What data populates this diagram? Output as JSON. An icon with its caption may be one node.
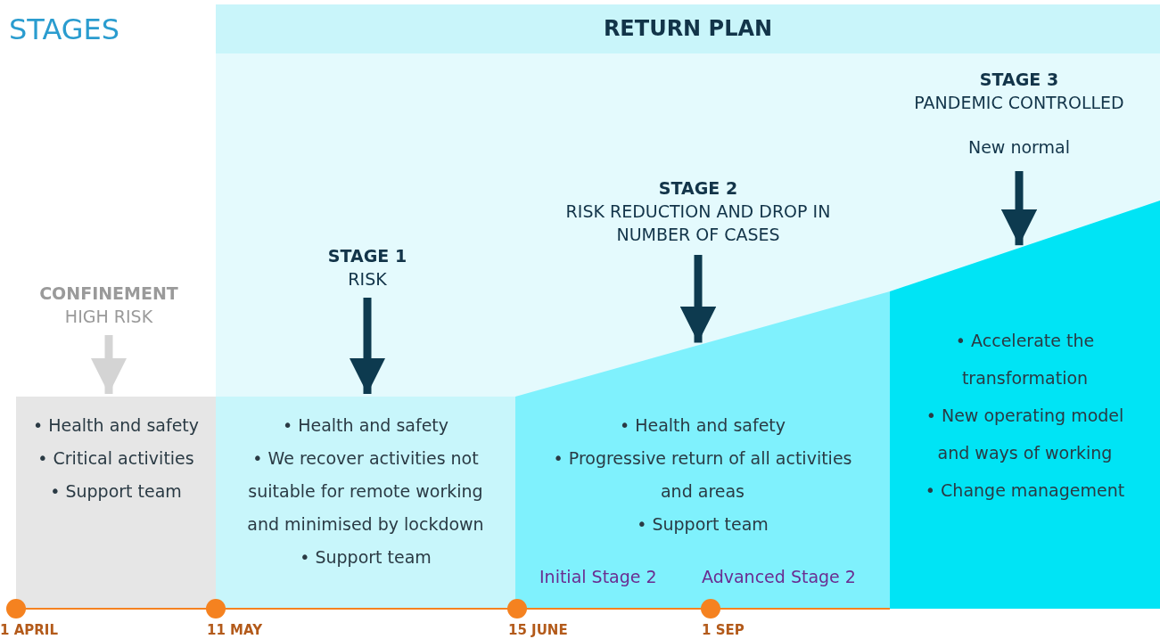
{
  "diagram": {
    "title": "STAGES",
    "nodes": [
      {
        "text": [
          "RETURN PLAN"
        ]
      },
      {
        "text": [
          "CONFINEMENT",
          "HIGH RISK"
        ]
      },
      {
        "text": [
          "• Health and safety",
          "• Critical activities",
          "• Support team"
        ]
      },
      {
        "text": [
          "STAGE 1",
          "RISK"
        ]
      },
      {
        "text": [
          "• Health and safety",
          "• We recover activities not suitable for remote working and minimised by lockdown",
          "• Support team"
        ]
      },
      {
        "text": [
          "STAGE 2",
          "RISK REDUCTION AND DROP IN NUMBER OF CASES"
        ]
      },
      {
        "text": [
          "• Health and safety",
          "• Progressive return of all activities and areas",
          "• Support team"
        ]
      },
      {
        "text": [
          "STAGE 3",
          "PANDEMIC CONTROLLED",
          "New normal"
        ]
      },
      {
        "text": [
          "• Accelerate the transformation",
          "• New operating model and ways of working",
          "• Change management"
        ]
      }
    ],
    "edges": [
      {
        "from": 1,
        "to": 2,
        "arrow": "to",
        "color": "#d4d4d4"
      },
      {
        "from": 3,
        "to": 4,
        "arrow": "to"
      },
      {
        "from": 5,
        "to": 6,
        "arrow": "to"
      },
      {
        "from": 7,
        "to": 8,
        "arrow": "to"
      }
    ],
    "labels": [
      "Initial Stage 2",
      "Advanced Stage 2",
      "1 APRIL",
      "11 MAY",
      "15 JUNE",
      "1 SEP"
    ]
  }
}
